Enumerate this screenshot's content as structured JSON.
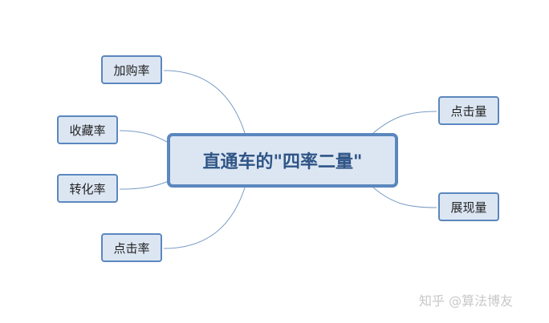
{
  "center": "直通车的\"四率二量\"",
  "left_nodes": [
    "加购率",
    "收藏率",
    "转化率",
    "点击率"
  ],
  "right_nodes": [
    "点击量",
    "展现量"
  ],
  "watermark": "知乎 @算法博友",
  "colors": {
    "border": "#5b87be",
    "fill": "#dce6f3",
    "text": "#2f5586",
    "link": "#7a9cc6"
  }
}
